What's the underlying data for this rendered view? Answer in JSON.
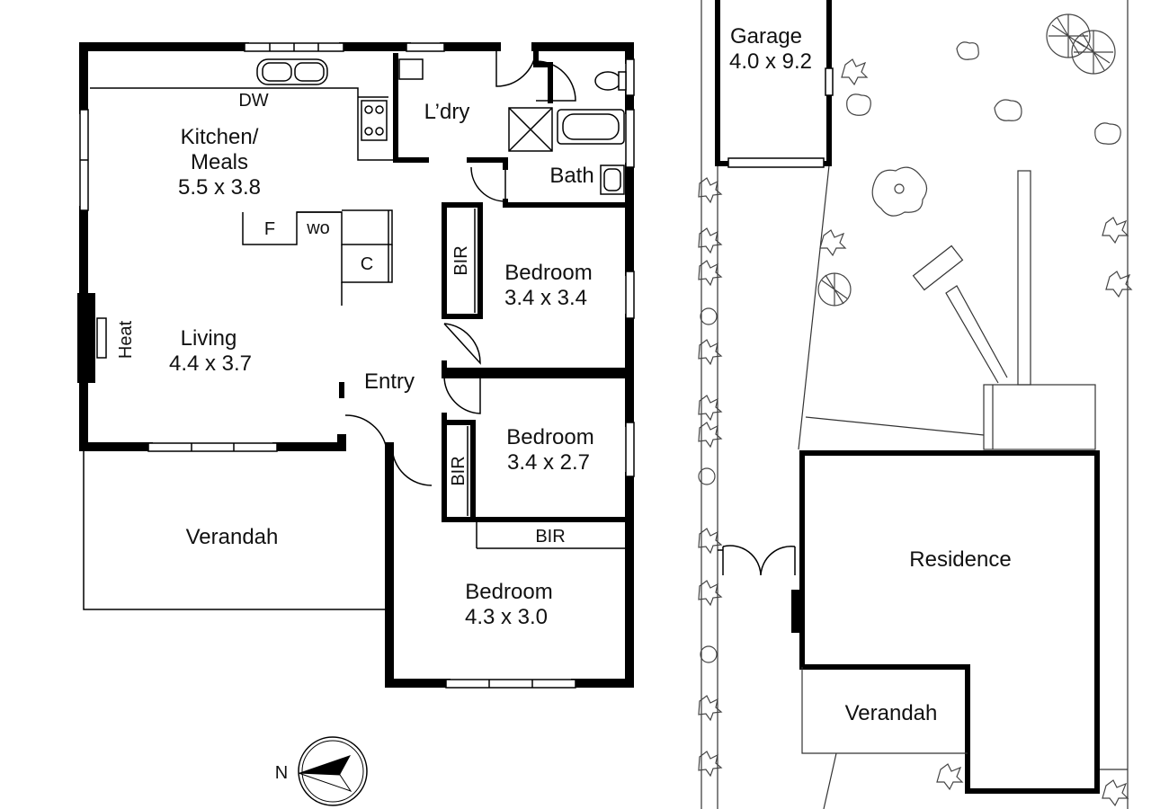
{
  "floorplan": {
    "rooms": {
      "kitchen_line1": "Kitchen/",
      "kitchen_line2": "Meals",
      "kitchen_dim": "5.5 x 3.8",
      "laundry": "L’dry",
      "bath": "Bath",
      "living": "Living",
      "living_dim": "4.4 x 3.7",
      "entry": "Entry",
      "bedroom1": "Bedroom",
      "bedroom1_dim": "3.4 x 3.4",
      "bedroom2": "Bedroom",
      "bedroom2_dim": "3.4 x 2.7",
      "bedroom3": "Bedroom",
      "bedroom3_dim": "4.3 x 3.0",
      "verandah": "Verandah"
    },
    "fixtures": {
      "dishwasher": "DW",
      "fridge": "F",
      "wall_oven": "wo",
      "cupboard": "C",
      "heater": "Heat",
      "bir_1": "BIR",
      "bir_2": "BIR",
      "bir_3": "BIR"
    },
    "compass_label": "N"
  },
  "siteplan": {
    "garage": "Garage",
    "garage_dim": "4.0 x 9.2",
    "residence": "Residence",
    "verandah": "Verandah"
  }
}
